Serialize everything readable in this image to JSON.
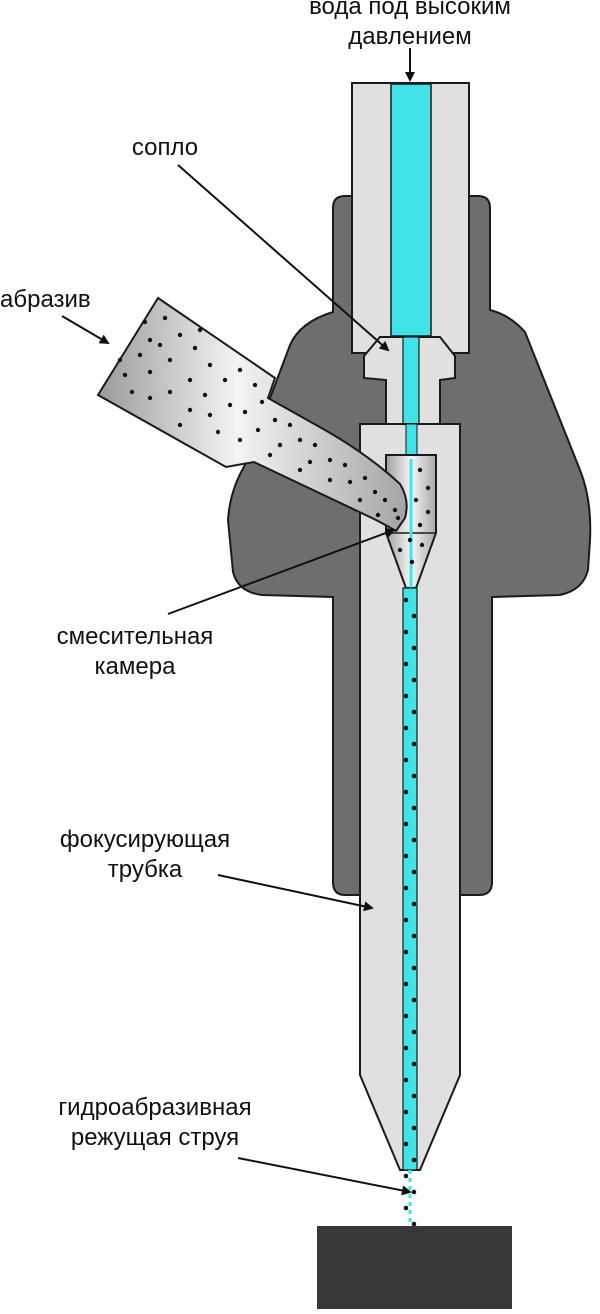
{
  "labels": {
    "water_line1": "вода под высоким",
    "water_line2": "давлением",
    "nozzle": "сопло",
    "abrasive": "абразив",
    "mixing_line1": "смесительная",
    "mixing_line2": "камера",
    "focusing_line1": "фокусирующая",
    "focusing_line2": "трубка",
    "jet_line1": "гидроабразивная",
    "jet_line2": "режущая струя"
  },
  "colors": {
    "water": "#3fe3e8",
    "housing": "#6e6e6e",
    "tube": "#e0e0e0",
    "workpiece": "#383838",
    "outline": "#1a1a1a"
  }
}
